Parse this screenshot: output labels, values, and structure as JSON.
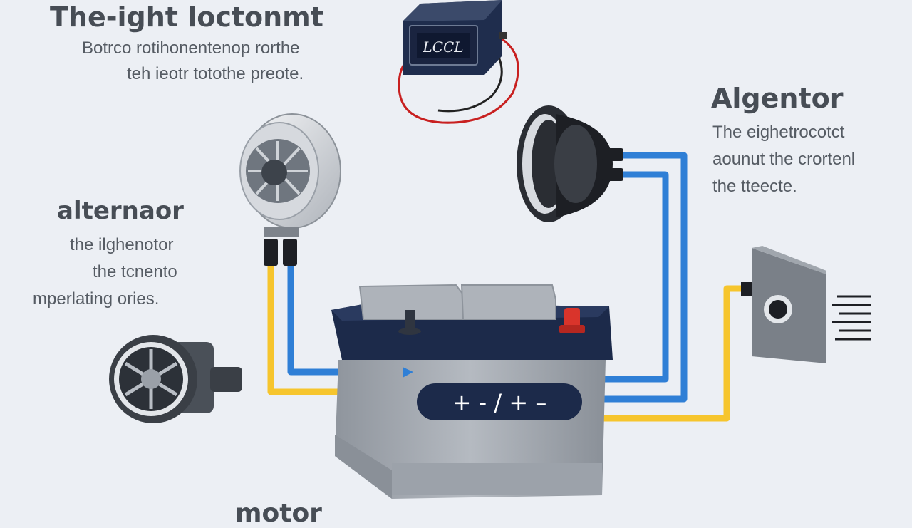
{
  "top_left": {
    "title": "The-ight loctonmt",
    "lines": [
      "Botrco rotihonentenop rorthe",
      "teh ieotr totothe preote."
    ]
  },
  "right": {
    "title": "Algentor",
    "lines": [
      "The eighetrocotct",
      "aounut the crortenl",
      "the tteecte."
    ]
  },
  "left": {
    "title": "alternaor",
    "lines": [
      "the ilghenotor",
      "the tcnento",
      "mperlating ories."
    ]
  },
  "bottom": {
    "title": "motor"
  },
  "meter": {
    "display": "LCCL"
  },
  "battery": {
    "label": "+ - / + –"
  },
  "colors": {
    "background": "#eceff4",
    "wire_blue": "#2f7fd6",
    "wire_yellow": "#f6c52d",
    "battery_top": "#1c2a4a",
    "battery_body": "#9aa0a8",
    "terminal_red": "#d9342b",
    "wire_red": "#c82020"
  }
}
